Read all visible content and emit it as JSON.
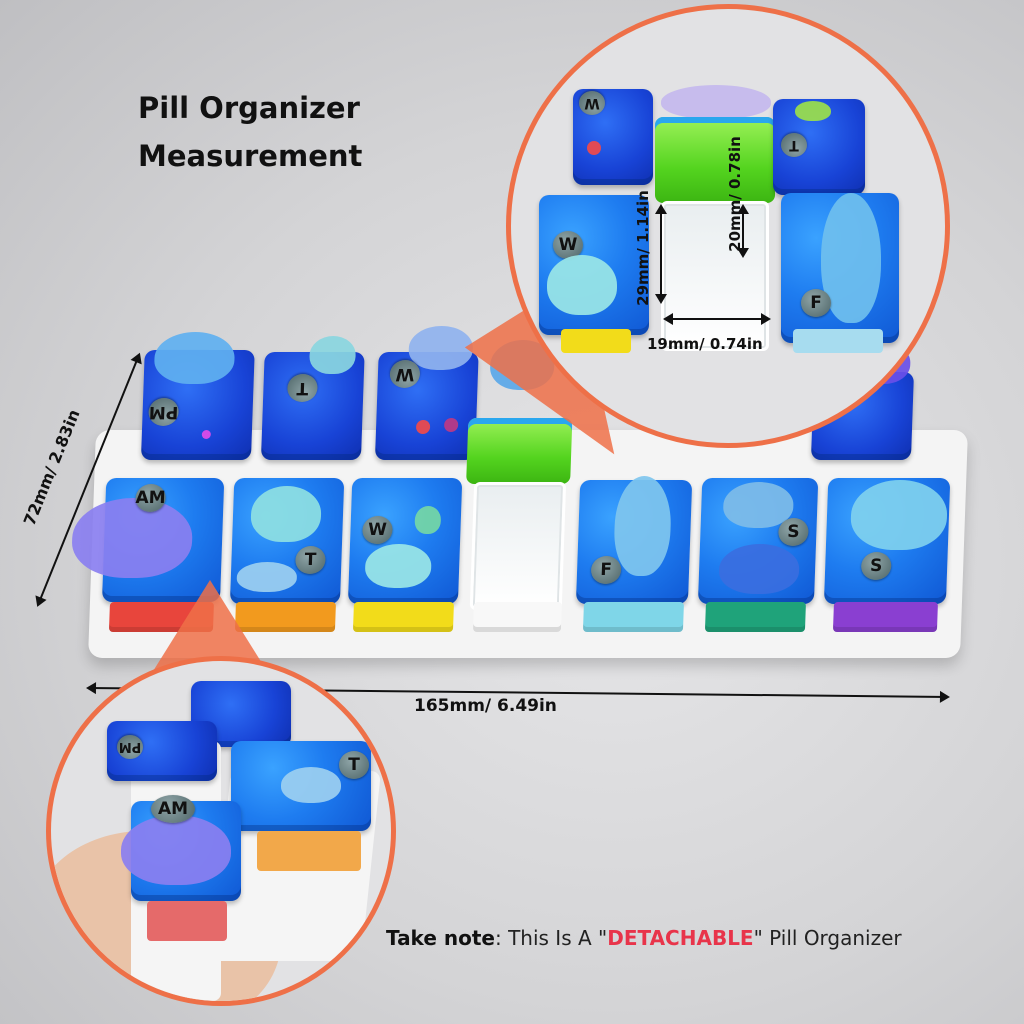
{
  "title": {
    "line1": "Pill Organizer",
    "line2": "Measurement"
  },
  "measurements": {
    "height": "72mm/ 2.83in",
    "width": "165mm/ 6.49in",
    "compartment_depth": "29mm/ 1.14in",
    "compartment_height": "20mm/ 0.78in",
    "compartment_width": "19mm/ 0.74in"
  },
  "organizer": {
    "top_row_labels": [
      "PM",
      "T",
      "W",
      "",
      "",
      "",
      ""
    ],
    "bottom_row_labels": [
      "AM",
      "T",
      "W",
      "",
      "F",
      "S",
      "S"
    ],
    "drawer_colors": [
      "#e8453c",
      "#f29a1e",
      "#f2dc1a",
      "#ffffff",
      "#7fd6e8",
      "#1fa37a",
      "#8a3fd1"
    ],
    "lid_color": "#1e7cf0",
    "open_lid_color": "#54d41f"
  },
  "callouts": {
    "top_right": "compartment-closeup",
    "bottom_left": "detached-compartment-in-hand",
    "ring_color": "#ee7048"
  },
  "note": {
    "prefix": "Take note",
    "sep": ": This Is A \"",
    "highlight": "DETACHABLE",
    "suffix": "\" Pill Organizer",
    "highlight_color": "#e8344a"
  }
}
